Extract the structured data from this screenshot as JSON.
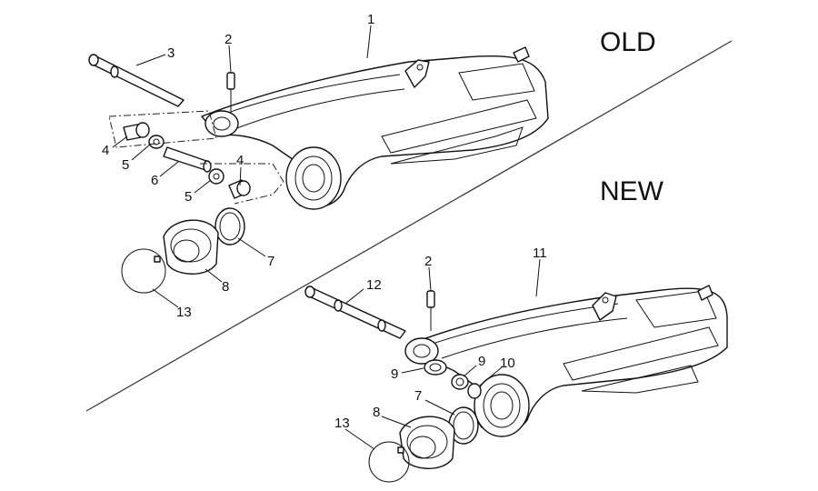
{
  "sections": {
    "old_label": "OLD",
    "new_label": "NEW"
  },
  "callouts": {
    "old": [
      "1",
      "2",
      "3",
      "4",
      "5",
      "6",
      "5",
      "4",
      "7",
      "8",
      "13"
    ],
    "new": [
      "11",
      "2",
      "12",
      "9",
      "9",
      "10",
      "7",
      "8",
      "13"
    ]
  }
}
